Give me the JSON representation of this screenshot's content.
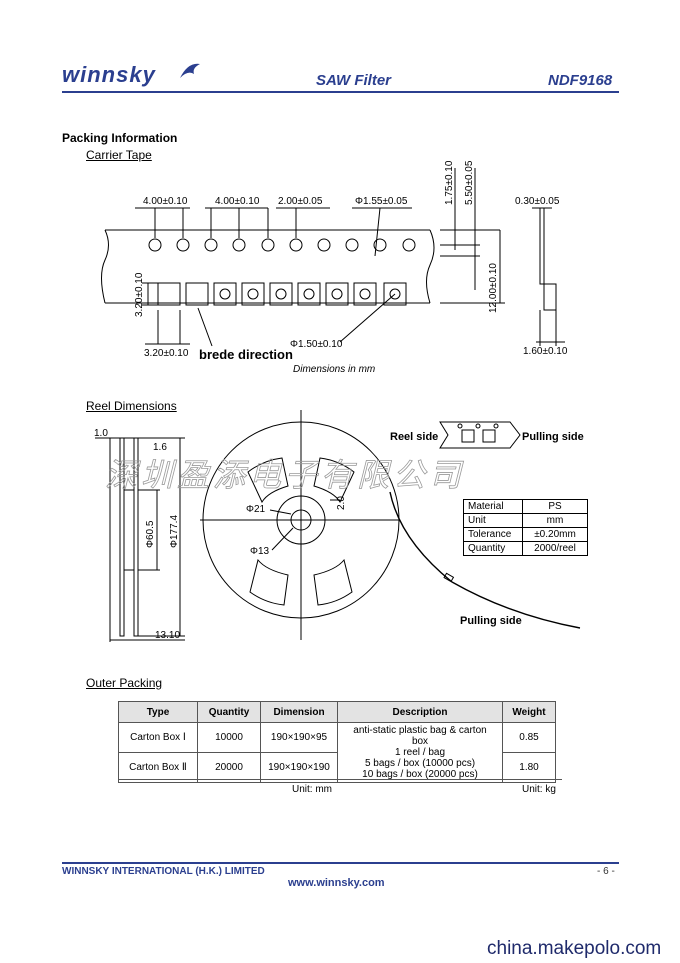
{
  "header": {
    "logo": "winnsky",
    "product": "SAW Filter",
    "part": "NDF9168"
  },
  "section_title": "Packing Information",
  "carrier_tape": {
    "title": "Carrier Tape",
    "dims": {
      "hole_pitch_a": "4.00±0.10",
      "hole_pitch_b": "4.00±0.10",
      "offset": "2.00±0.05",
      "hole_dia": "Φ1.55±0.05",
      "edge": "1.75±0.10",
      "center": "5.50±0.05",
      "thickness": "0.30±0.05",
      "pocket_h": "3.20±0.10",
      "pocket_w": "3.20±0.10",
      "width": "12.00±0.10",
      "pocket_hole": "Φ1.50±0.10",
      "depth": "1.60±0.10"
    },
    "direction": "brede direction",
    "units_note": "Dimensions in mm"
  },
  "reel": {
    "title": "Reel Dimensions",
    "dims": {
      "flange": "1.0",
      "hub_w": "1.6",
      "hub_dia": "Φ60.5",
      "reel_dia": "Φ177.4",
      "width": "13.10",
      "d21": "Φ21",
      "d13": "Φ13",
      "key": "2.0"
    },
    "reel_side": "Reel side",
    "pulling_side_top": "Pulling side",
    "pulling_side_bottom": "Pulling side",
    "watermark": "深圳盈添电子有限公司",
    "specs": [
      {
        "label": "Material",
        "value": "PS"
      },
      {
        "label": "Unit",
        "value": "mm"
      },
      {
        "label": "Tolerance",
        "value": "±0.20mm"
      },
      {
        "label": "Quantity",
        "value": "2000/reel"
      }
    ]
  },
  "outer_packing": {
    "title": "Outer Packing",
    "headers": [
      "Type",
      "Quantity",
      "Dimension",
      "Description",
      "Weight"
    ],
    "rows": [
      {
        "type": "Carton Box Ⅰ",
        "quantity": "10000",
        "dimension": "190×190×95",
        "weight": "0.85"
      },
      {
        "type": "Carton Box Ⅱ",
        "quantity": "20000",
        "dimension": "190×190×190",
        "weight": "1.80"
      }
    ],
    "description_lines": [
      "anti-static plastic bag & carton box",
      "1 reel / bag",
      "5 bags / box (10000 pcs)",
      "10 bags / box (20000 pcs)"
    ],
    "unit_left": "Unit: mm",
    "unit_right": "Unit: kg"
  },
  "footer": {
    "company": "WINNSKY INTERNATIONAL (H.K.) LIMITED",
    "page": "- 6 -",
    "url": "www.winnsky.com"
  },
  "site": "china.makepolo.com"
}
